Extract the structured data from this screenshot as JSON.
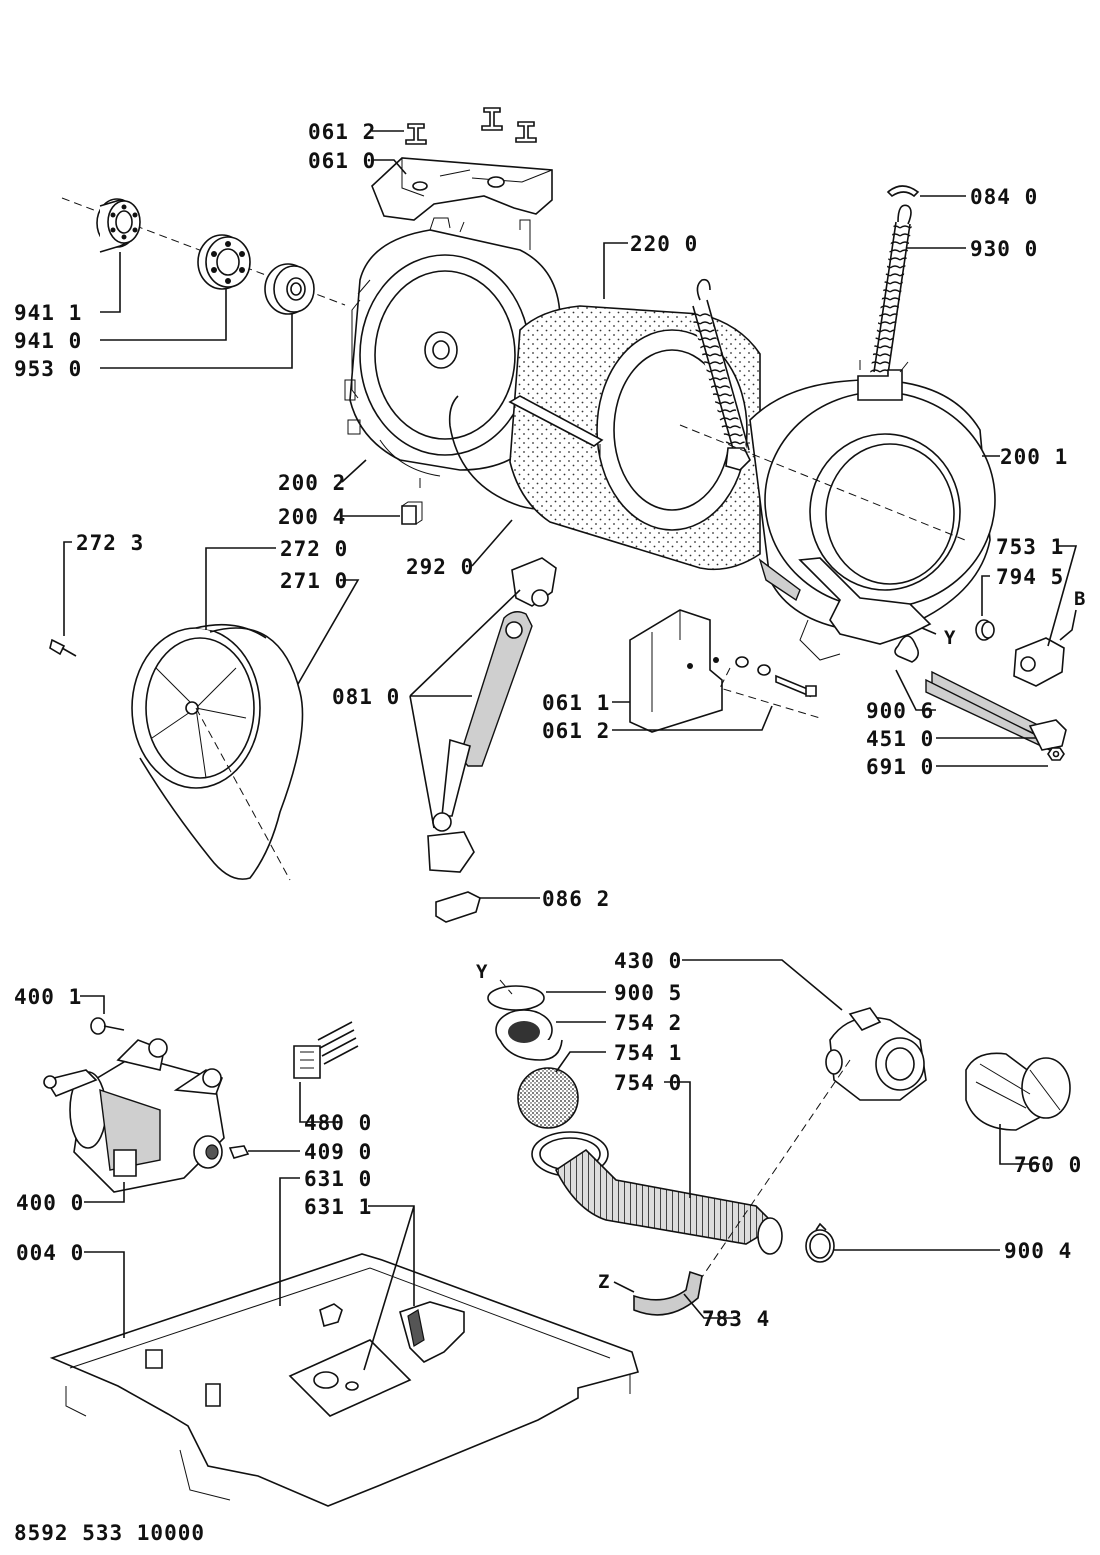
{
  "labels": {
    "l_0612_top": "061 2",
    "l_0610": "061 0",
    "l_9411": "941 1",
    "l_9410": "941 0",
    "l_9530": "953 0",
    "l_2200": "220 0",
    "l_0840": "084 0",
    "l_9300": "930 0",
    "l_2002": "200 2",
    "l_2004": "200 4",
    "l_2001": "200 1",
    "l_2723": "272 3",
    "l_2720": "272 0",
    "l_2710": "271 0",
    "l_2920": "292 0",
    "l_7531": "753 1",
    "l_7945": "794 5",
    "l_0810": "081 0",
    "l_0611": "061 1",
    "l_0612_mid": "061 2",
    "l_9006": "900 6",
    "l_4510": "451 0",
    "l_6910": "691 0",
    "l_0862": "086 2",
    "l_4300": "430 0",
    "l_9005": "900 5",
    "l_7542": "754 2",
    "l_7541": "754 1",
    "l_7540": "754 0",
    "l_4001": "400 1",
    "l_4800": "480 0",
    "l_4090": "409 0",
    "l_6310": "631 0",
    "l_6311": "631 1",
    "l_4000": "400 0",
    "l_0040": "004 0",
    "l_7600": "760 0",
    "l_9004": "900 4",
    "l_7834": "783 4",
    "letter_y1": "Y",
    "letter_b": "B",
    "letter_y2": "Y",
    "letter_z": "Z"
  },
  "footer": {
    "drawing_number": "8592 533 10000"
  }
}
